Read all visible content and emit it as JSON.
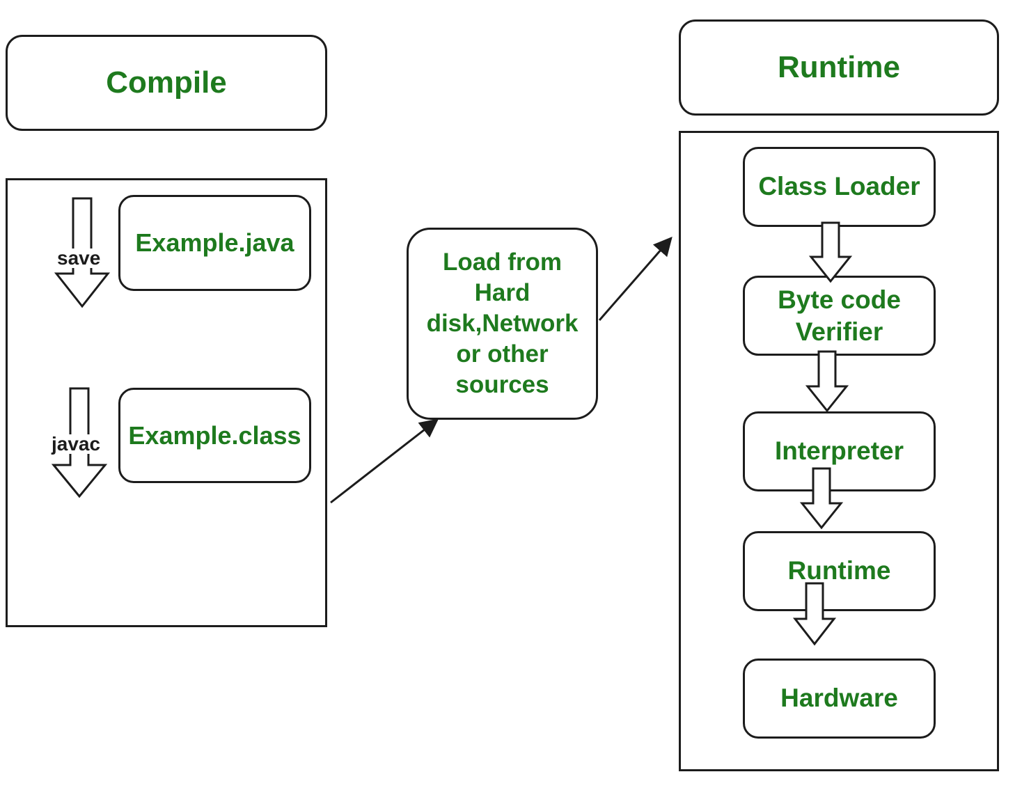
{
  "compile": {
    "title": "Compile",
    "file_source": "Example.java",
    "file_class": "Example.class",
    "save_label": "save",
    "javac_label": "javac"
  },
  "load": {
    "text": "Load from\nHard\ndisk,Network\nor other\nsources"
  },
  "runtime": {
    "title": "Runtime",
    "stages": [
      "Class Loader",
      "Byte code\nVerifier",
      "Interpreter",
      "Runtime",
      "Hardware"
    ]
  },
  "colors": {
    "label_text": "#1e7a1e",
    "border": "#1c1c1c"
  },
  "icons": {
    "flow_arrow": "hollow-down-arrow-icon",
    "connector": "arrow-connector"
  }
}
